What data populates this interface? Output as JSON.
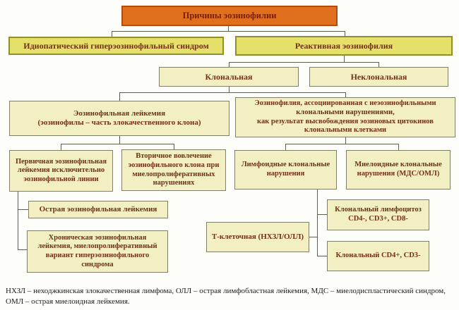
{
  "diagram": {
    "title": "Причины эозинофилии",
    "type": "flowchart",
    "colors": {
      "root_fill": "#e06f1e",
      "root_border": "#b34a11",
      "level2_fill": "#e4e069",
      "level2_border": "#8f8f2e",
      "node_fill": "#f2efc3",
      "node_border": "#80806a",
      "text": "#743014",
      "connector": "#5e5e4c",
      "background": "#fdfdfa"
    },
    "nodes": {
      "root": {
        "label": "Причины эозинофилии"
      },
      "idiopathic": {
        "label": "Идиопатический гиперэозинофильный синдром"
      },
      "reactive": {
        "label": "Реактивная эозинофилия"
      },
      "clonal": {
        "label": "Клональная"
      },
      "nonclonal": {
        "label": "Неклональная"
      },
      "eos_leukemia": {
        "label": "Эозинофильная лейкемия\n(эозинофилы – часть злокачественного клона)"
      },
      "eos_associated": {
        "label": "Эозинофилия, ассоциированная с неэозинофильными\nклональными нарушениями,\nкак результат высвобождения эозиновых цитокинов\nклональными клетками"
      },
      "primary_leukemia": {
        "label": "Первичная эозинофильная\nлейкемия исключительно\nэозинофильной линии"
      },
      "secondary_involvement": {
        "label": "Вторичное вовлечение\nэозинофильного клона при\nмиелопролиферативных\nнарушениях"
      },
      "lymphoid": {
        "label": "Лимфоидные клональные\nнарушения"
      },
      "myeloid": {
        "label": "Миелоидные клональные\nнарушения (МДС/ОМЛ)"
      },
      "acute": {
        "label": "Острая эозинофильная лейкемия"
      },
      "chronic": {
        "label": "Хроническая эозинофильная\nлейкемия, миелопролиферативный\nвариант гиперэозинофильного\nсиндрома"
      },
      "t_cell": {
        "label": "Т-клеточная (НХЗЛ/ОЛЛ)"
      },
      "clonal_lymphocytosis": {
        "label": "Клональный лимфоцитоз\nCD4-, CD3+, CD8-"
      },
      "clonal_cd4": {
        "label": "Клональный CD4+, CD3-"
      }
    },
    "edges": [
      [
        "root",
        "idiopathic"
      ],
      [
        "root",
        "reactive"
      ],
      [
        "reactive",
        "clonal"
      ],
      [
        "reactive",
        "nonclonal"
      ],
      [
        "clonal",
        "eos_leukemia"
      ],
      [
        "clonal",
        "eos_associated"
      ],
      [
        "eos_leukemia",
        "primary_leukemia"
      ],
      [
        "eos_leukemia",
        "secondary_involvement"
      ],
      [
        "eos_associated",
        "lymphoid"
      ],
      [
        "eos_associated",
        "myeloid"
      ],
      [
        "primary_leukemia",
        "acute"
      ],
      [
        "primary_leukemia",
        "chronic"
      ],
      [
        "lymphoid",
        "t_cell"
      ],
      [
        "lymphoid",
        "clonal_lymphocytosis"
      ],
      [
        "lymphoid",
        "clonal_cd4"
      ]
    ],
    "footnote": "НХЗЛ – неходжкинская злокачественная лимфома, ОЛЛ – острая лимфобластная лейкемия, МДС – миелодиспластический синдром,\nОМЛ – острая миелоидная лейкемия."
  }
}
